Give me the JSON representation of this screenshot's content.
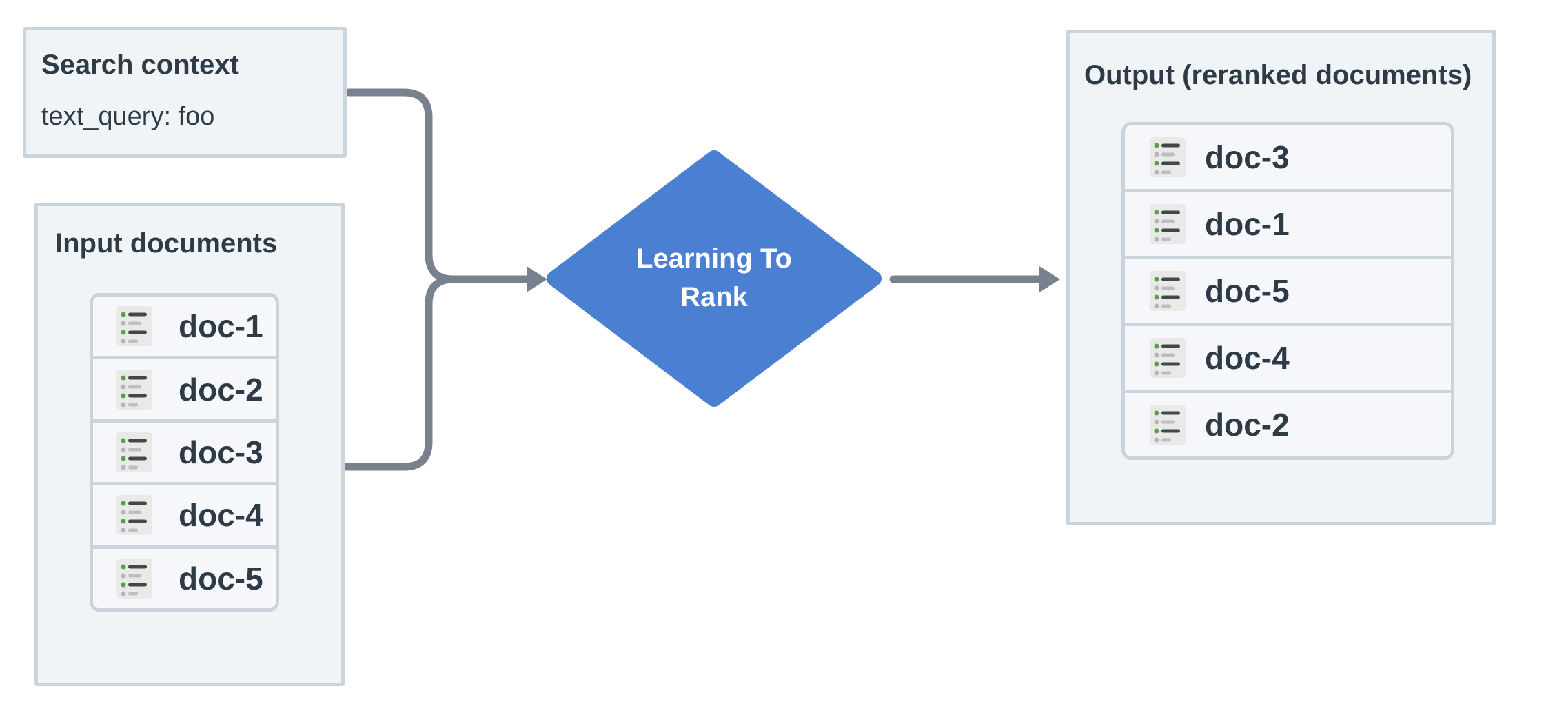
{
  "colors": {
    "accent_blue": "#4b7fd1",
    "arrow_gray": "#78828f",
    "panel_border": "#cbd4dd",
    "panel_fill": "#f1f4f7",
    "row_fill": "#f5f7fa",
    "text_dark": "#2e3b47",
    "icon_bg": "#e9e9e8",
    "icon_green": "#55a144",
    "icon_gray": "#b4b6b8",
    "icon_line_dark": "#43474b",
    "icon_line_gray": "#bcbec0"
  },
  "search_context": {
    "title": "Search context",
    "query": "text_query: foo"
  },
  "input_documents": {
    "title": "Input documents",
    "docs": [
      "doc-1",
      "doc-2",
      "doc-3",
      "doc-4",
      "doc-5"
    ]
  },
  "process": {
    "label_line1": "Learning To",
    "label_line2": "Rank"
  },
  "output": {
    "title": "Output (reranked documents)",
    "docs": [
      "doc-3",
      "doc-1",
      "doc-5",
      "doc-4",
      "doc-2"
    ]
  }
}
